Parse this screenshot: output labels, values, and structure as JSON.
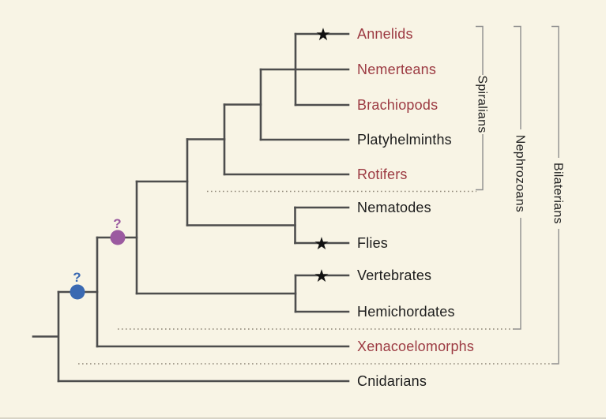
{
  "figure": {
    "type": "phylogenetic-tree",
    "taxa": [
      {
        "label": "Annelids",
        "color": "#9c3a42",
        "starred": true
      },
      {
        "label": "Nemerteans",
        "color": "#9c3a42",
        "starred": false
      },
      {
        "label": "Brachiopods",
        "color": "#9c3a42",
        "starred": false
      },
      {
        "label": "Platyhelminths",
        "color": "#1c1c1c",
        "starred": false
      },
      {
        "label": "Rotifers",
        "color": "#9c3a42",
        "starred": false
      },
      {
        "label": "Nematodes",
        "color": "#1c1c1c",
        "starred": false
      },
      {
        "label": "Flies",
        "color": "#1c1c1c",
        "starred": true
      },
      {
        "label": "Vertebrates",
        "color": "#1c1c1c",
        "starred": true
      },
      {
        "label": "Hemichordates",
        "color": "#1c1c1c",
        "starred": false
      },
      {
        "label": "Xenacoelomorphs",
        "color": "#9c3a42",
        "starred": false
      },
      {
        "label": "Cnidarians",
        "color": "#1c1c1c",
        "starred": false
      }
    ],
    "clade_brackets": [
      {
        "label": "Spiralians"
      },
      {
        "label": "Nephrozoans"
      },
      {
        "label": "Bilaterians"
      }
    ],
    "uncertainty_nodes": [
      {
        "symbol": "?",
        "color": "#9b5aa0"
      },
      {
        "symbol": "?",
        "color": "#3a69b2"
      }
    ],
    "symbols": {
      "star": "★"
    },
    "colors": {
      "background": "#f8f4e5",
      "tree_line": "#4d4d4d",
      "taxon_red": "#9c3a42",
      "taxon_black": "#1c1c1c",
      "bracket_line": "#8f8f8f",
      "bracket_text": "#222222",
      "dotted_line": "#8e8577",
      "star": "#111111",
      "node_purple": "#9b5aa0",
      "node_blue": "#3a69b2"
    }
  }
}
